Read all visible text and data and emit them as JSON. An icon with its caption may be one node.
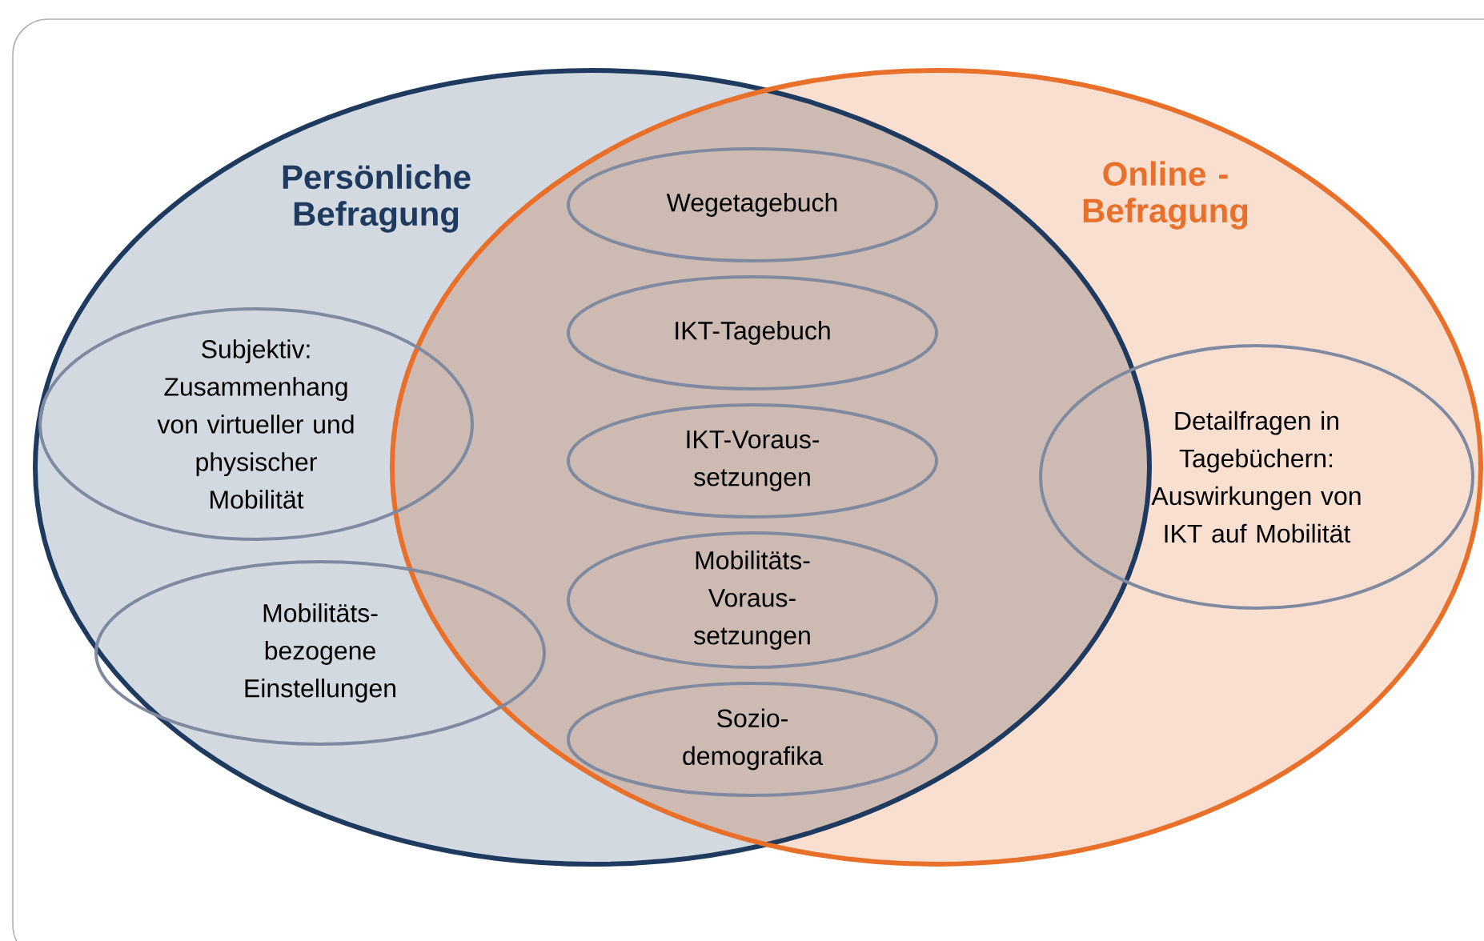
{
  "diagram": {
    "nodes": [
      {
        "text": [
          "Persönliche Befragung"
        ]
      },
      {
        "text": [
          "Online - Befragung"
        ]
      },
      {
        "text": [
          "Wegetagebuch"
        ]
      },
      {
        "text": [
          "IKT-Tagebuch"
        ]
      },
      {
        "text": [
          "IKT-Voraus- setzungen"
        ]
      },
      {
        "text": [
          "Mobilitäts- Voraus- setzungen"
        ]
      },
      {
        "text": [
          "Sozio- demografika"
        ]
      },
      {
        "text": [
          "Subjektiv: Zusammenhang von virtueller und physischer Mobilität"
        ],
        "in": 0
      },
      {
        "text": [
          "Mobilitäts- bezogene Einstellungen"
        ],
        "in": 0
      },
      {
        "text": [
          "Detailfragen in Tagebüchern: Auswirkungen von IKT auf Mobilität"
        ],
        "in": 1
      }
    ]
  }
}
